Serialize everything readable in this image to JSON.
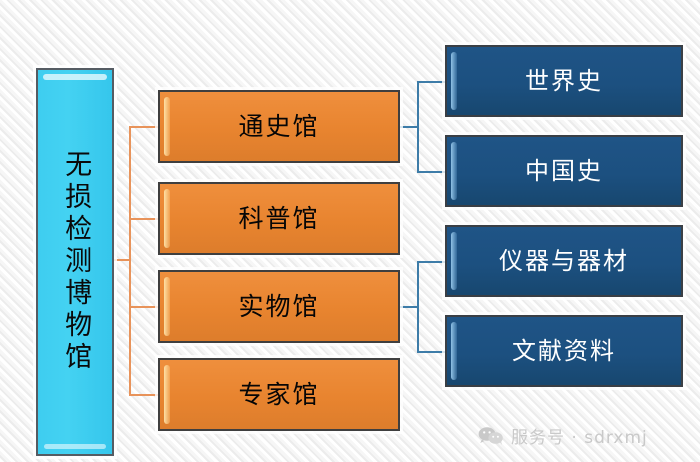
{
  "diagram": {
    "type": "org-chart",
    "title_text": "无损检测博物馆",
    "root": {
      "label": "无损检测博物馆",
      "color": "#3ecdf0",
      "text_color": "#0a0a0a",
      "orientation": "vertical"
    },
    "level1": [
      {
        "label": "通史馆",
        "color": "#e8842f",
        "text_color": "#060606"
      },
      {
        "label": "科普馆",
        "color": "#e8842f",
        "text_color": "#060606"
      },
      {
        "label": "实物馆",
        "color": "#e8842f",
        "text_color": "#060606"
      },
      {
        "label": "专家馆",
        "color": "#e8842f",
        "text_color": "#060606"
      }
    ],
    "level2": [
      {
        "label": "世界史",
        "parent": "通史馆",
        "color": "#1c5080",
        "text_color": "#ffffff"
      },
      {
        "label": "中国史",
        "parent": "通史馆",
        "color": "#1c5080",
        "text_color": "#ffffff"
      },
      {
        "label": "仪器与器材",
        "parent": "实物馆",
        "color": "#1c5080",
        "text_color": "#ffffff"
      },
      {
        "label": "文献资料",
        "parent": "实物馆",
        "color": "#1c5080",
        "text_color": "#ffffff"
      }
    ],
    "connector_colors": {
      "level1": "#e8935a",
      "level2": "#3d7ca8"
    }
  },
  "watermark": {
    "icon": "wechat-icon",
    "text": "服务号 · sdrxmj",
    "color": "#c9c9c9"
  }
}
